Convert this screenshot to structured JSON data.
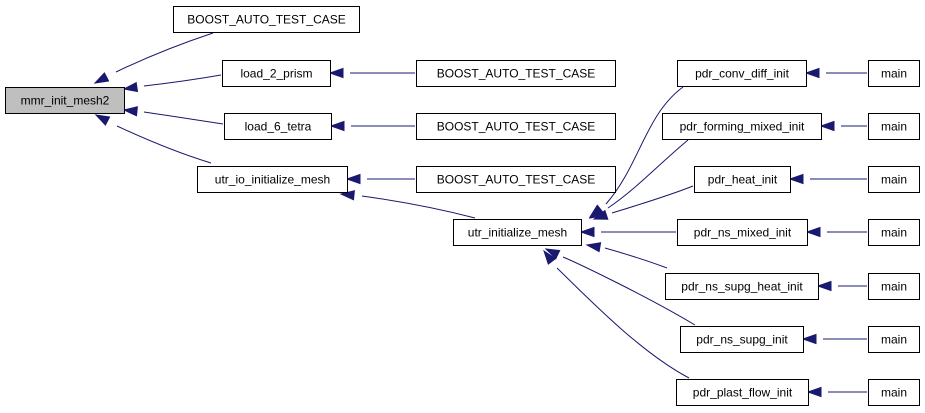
{
  "graph": {
    "colors": {
      "edge": "#191970",
      "node_border": "#000000",
      "root_fill": "#bfbfbf",
      "node_fill": "#ffffff"
    },
    "nodes": [
      {
        "id": "root",
        "label": "mmr_init_mesh2",
        "root": true
      },
      {
        "id": "bat1",
        "label": "BOOST_AUTO_TEST_CASE"
      },
      {
        "id": "load2",
        "label": "load_2_prism"
      },
      {
        "id": "load6",
        "label": "load_6_tetra"
      },
      {
        "id": "utrio",
        "label": "utr_io_initialize_mesh"
      },
      {
        "id": "bat2",
        "label": "BOOST_AUTO_TEST_CASE"
      },
      {
        "id": "bat3",
        "label": "BOOST_AUTO_TEST_CASE"
      },
      {
        "id": "bat4",
        "label": "BOOST_AUTO_TEST_CASE"
      },
      {
        "id": "utrinit",
        "label": "utr_initialize_mesh"
      },
      {
        "id": "pconv",
        "label": "pdr_conv_diff_init"
      },
      {
        "id": "pform",
        "label": "pdr_forming_mixed_init"
      },
      {
        "id": "pheat",
        "label": "pdr_heat_init"
      },
      {
        "id": "pnsmix",
        "label": "pdr_ns_mixed_init"
      },
      {
        "id": "pnssh",
        "label": "pdr_ns_supg_heat_init"
      },
      {
        "id": "pnss",
        "label": "pdr_ns_supg_init"
      },
      {
        "id": "pplast",
        "label": "pdr_plast_flow_init"
      },
      {
        "id": "m1",
        "label": "main"
      },
      {
        "id": "m2",
        "label": "main"
      },
      {
        "id": "m3",
        "label": "main"
      },
      {
        "id": "m4",
        "label": "main"
      },
      {
        "id": "m5",
        "label": "main"
      },
      {
        "id": "m6",
        "label": "main"
      },
      {
        "id": "m7",
        "label": "main"
      }
    ],
    "edges": [
      {
        "from": "bat1",
        "to": "root"
      },
      {
        "from": "load2",
        "to": "root"
      },
      {
        "from": "load6",
        "to": "root"
      },
      {
        "from": "utrio",
        "to": "root"
      },
      {
        "from": "bat2",
        "to": "load2"
      },
      {
        "from": "bat3",
        "to": "load6"
      },
      {
        "from": "bat4",
        "to": "utrio"
      },
      {
        "from": "utrinit",
        "to": "utrio"
      },
      {
        "from": "pconv",
        "to": "utrinit"
      },
      {
        "from": "pform",
        "to": "utrinit"
      },
      {
        "from": "pheat",
        "to": "utrinit"
      },
      {
        "from": "pnsmix",
        "to": "utrinit"
      },
      {
        "from": "pnssh",
        "to": "utrinit"
      },
      {
        "from": "pnss",
        "to": "utrinit"
      },
      {
        "from": "pplast",
        "to": "utrinit"
      },
      {
        "from": "m1",
        "to": "pconv"
      },
      {
        "from": "m2",
        "to": "pform"
      },
      {
        "from": "m3",
        "to": "pheat"
      },
      {
        "from": "m4",
        "to": "pnsmix"
      },
      {
        "from": "m5",
        "to": "pnssh"
      },
      {
        "from": "m6",
        "to": "pnss"
      },
      {
        "from": "m7",
        "to": "pplast"
      }
    ]
  }
}
